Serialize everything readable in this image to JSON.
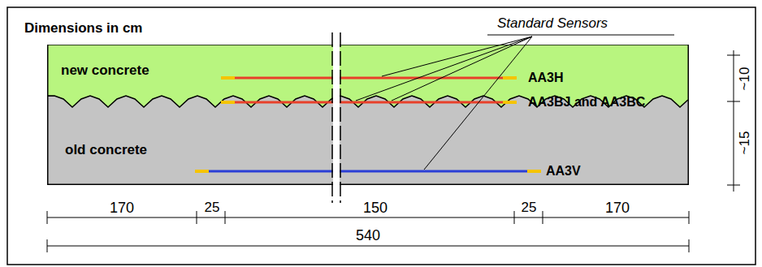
{
  "diagram": {
    "nodes": [
      {
        "text": [
          "new concrete"
        ]
      },
      {
        "text": [
          "old concrete"
        ]
      }
    ],
    "labels": [
      "Dimensions in cm",
      "Standard Sensors",
      "AA3H",
      "AA3BJ and AA3BC",
      "AA3V",
      "~10",
      "~15",
      "170",
      "25",
      "150",
      "25",
      "170",
      "540"
    ]
  }
}
